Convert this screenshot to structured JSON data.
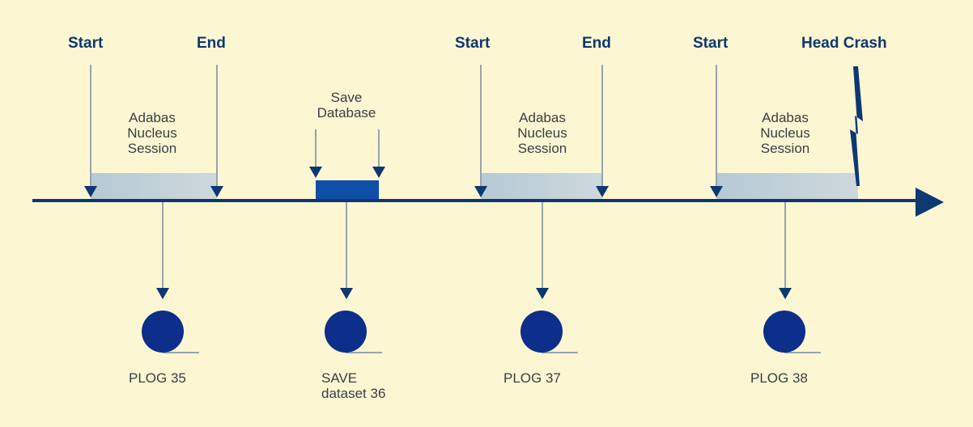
{
  "events": [
    {
      "key": "ev1",
      "label": "Start"
    },
    {
      "key": "ev2",
      "label": "End"
    },
    {
      "key": "ev3",
      "label": "Start"
    },
    {
      "key": "ev4",
      "label": "End"
    },
    {
      "key": "ev5",
      "label": "Start"
    },
    {
      "key": "ev6",
      "label": "Head Crash"
    }
  ],
  "sessions": [
    "Adabas\nNucleus\nSession",
    "Adabas\nNucleus\nSession",
    "Adabas\nNucleus\nSession"
  ],
  "save_database": {
    "label": "Save\nDatabase"
  },
  "datasets": [
    "PLOG 35",
    "SAVE\ndataset 36",
    "PLOG 37",
    "PLOG 38"
  ],
  "colors": {
    "background": "#fdf6d3",
    "dark_blue": "#0d3870",
    "session_bar": "#b8cbd6",
    "save_block": "#0f4fa8",
    "dataset_disk": "#0d2e8a",
    "connector": "#9aa3ad",
    "text": "#3a3f46"
  }
}
